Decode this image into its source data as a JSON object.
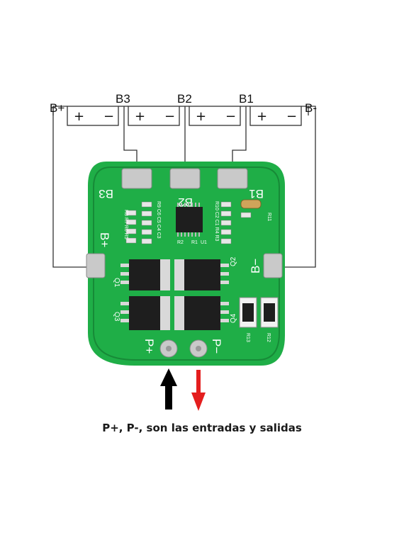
{
  "terminals": {
    "b_plus": "B+",
    "b3": "B3",
    "b2": "B2",
    "b1": "B1",
    "b_minus": "B-"
  },
  "cell_signs": {
    "plus": "+",
    "minus": "−"
  },
  "board": {
    "pad_b3": "B3",
    "pad_b2": "B2",
    "pad_b1": "B1",
    "pad_b_plus": "B+",
    "pad_b_minus": "B−",
    "pad_p_plus": "P+",
    "pad_p_minus": "P−",
    "q1": "Q1",
    "q2": "Q2",
    "q3": "Q3",
    "q4": "Q4",
    "r11": "R11",
    "r12": "R12",
    "r13": "R13",
    "rlabels_left": "R8 R7 R6 R5",
    "rlabels_left2": "R9 C6 C5 C4 C3",
    "rlabels_right": "R10 C2 C1 R4 R3",
    "u1": "U1",
    "r1": "R1",
    "r2": "R2"
  },
  "colors": {
    "pcb": "#1fae47",
    "pcb_dark": "#178a37",
    "pad": "#c9c9c9",
    "mosfet": "#1e1e1e",
    "arrow_in": "#000000",
    "arrow_out": "#e41e1e"
  },
  "caption": "P+, P-, son las entradas y salidas"
}
